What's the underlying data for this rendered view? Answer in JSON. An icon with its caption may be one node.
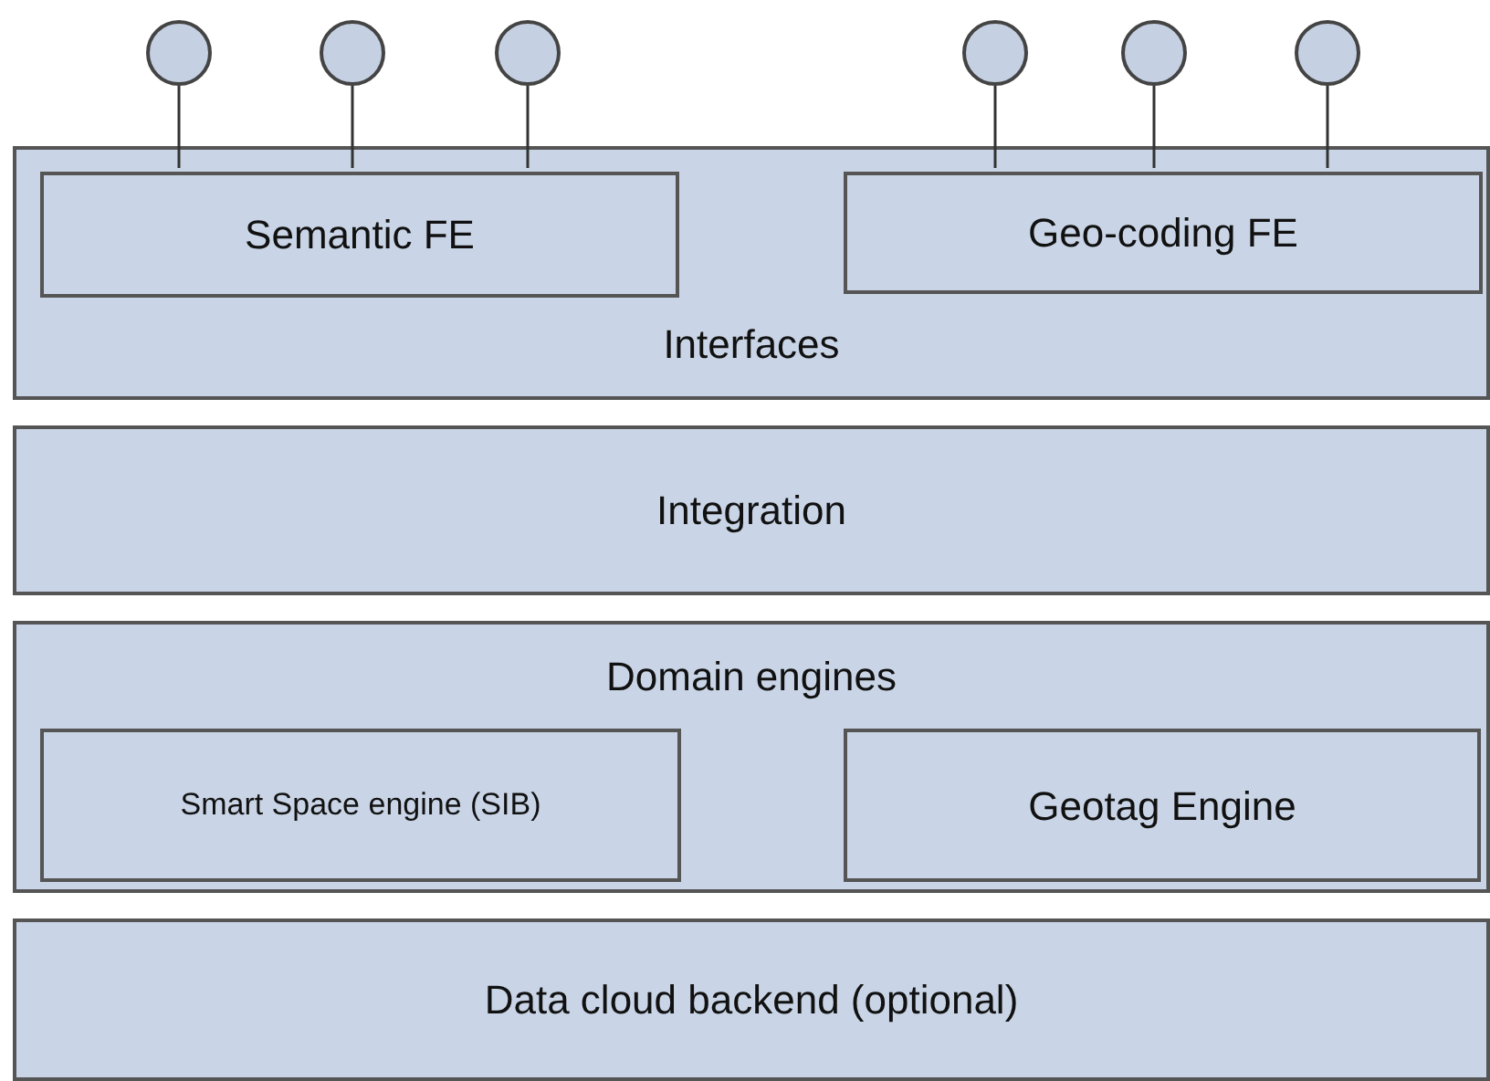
{
  "diagram": {
    "nodes": [
      {
        "text": [
          "Interfaces"
        ]
      },
      {
        "text": [
          "Semantic FE"
        ],
        "in": 0
      },
      {
        "text": [
          "Geo-coding FE"
        ],
        "in": 0
      },
      {
        "text": [
          "Integration"
        ]
      },
      {
        "text": [
          "Domain engines"
        ]
      },
      {
        "text": [
          "Smart Space engine (SIB)"
        ],
        "in": 4
      },
      {
        "text": [
          "Geotag Engine"
        ],
        "in": 4
      },
      {
        "text": [
          "Data cloud backend (optional)"
        ]
      },
      {
        "text": [],
        "shape": "circle"
      },
      {
        "text": [],
        "shape": "circle"
      },
      {
        "text": [],
        "shape": "circle"
      },
      {
        "text": [],
        "shape": "circle"
      },
      {
        "text": [],
        "shape": "circle"
      },
      {
        "text": [],
        "shape": "circle"
      }
    ],
    "edges": [
      {
        "from": 8,
        "to": 1,
        "arrow": "none"
      },
      {
        "from": 9,
        "to": 1,
        "arrow": "none"
      },
      {
        "from": 10,
        "to": 1,
        "arrow": "none"
      },
      {
        "from": 11,
        "to": 2,
        "arrow": "none"
      },
      {
        "from": 12,
        "to": 2,
        "arrow": "none"
      },
      {
        "from": 13,
        "to": 2,
        "arrow": "none"
      }
    ]
  }
}
